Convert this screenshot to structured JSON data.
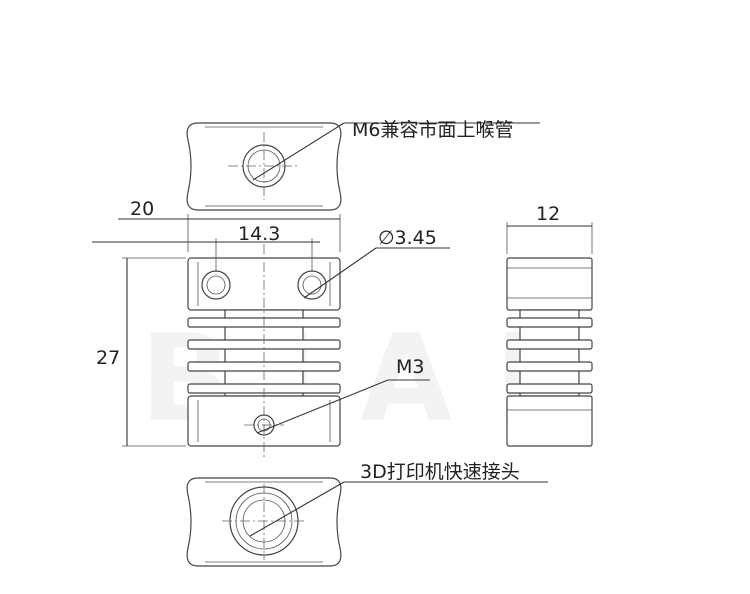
{
  "labels": {
    "width_overall": "20",
    "hole_spacing": "14.3",
    "hole_diameter": "∅3.45",
    "side_width": "12",
    "height": "27",
    "thread_m3": "M3",
    "top_note": "M6兼容市面上喉管",
    "bottom_note": "3D打印机快速接头"
  },
  "watermark": "B J A E"
}
